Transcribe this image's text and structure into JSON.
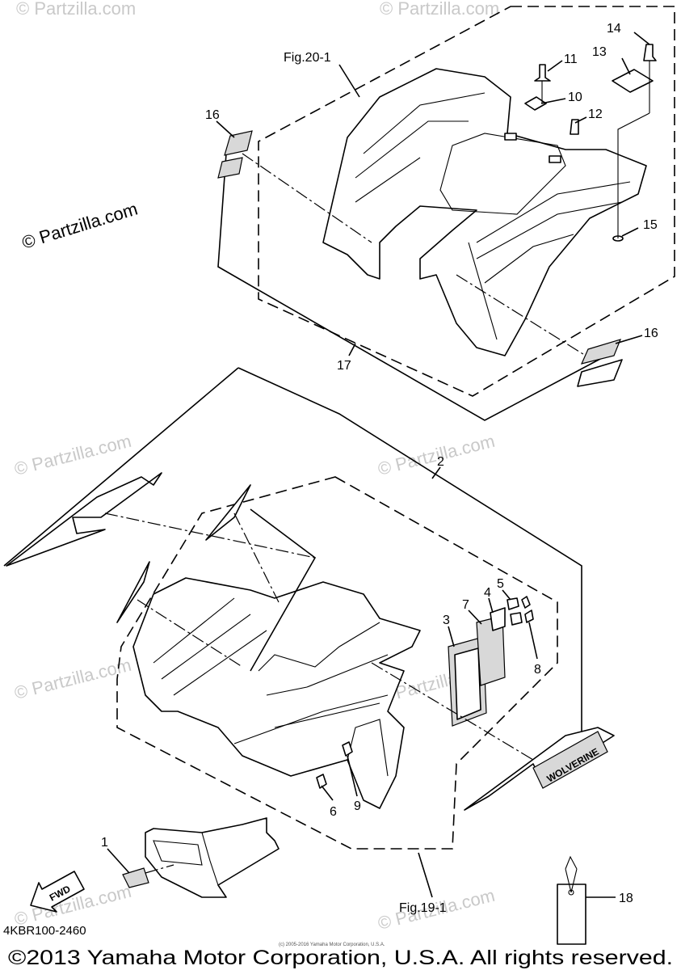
{
  "figure_refs": {
    "fig_20_1": "Fig.20-1",
    "fig_19_1": "Fig.19-1"
  },
  "callouts": [
    "1",
    "2",
    "3",
    "4",
    "5",
    "6",
    "7",
    "8",
    "9",
    "10",
    "11",
    "12",
    "13",
    "14",
    "15",
    "16",
    "16",
    "17",
    "18"
  ],
  "watermark": {
    "main": "© Partzilla.com",
    "faint": "© Partzilla.com"
  },
  "decals": {
    "fwd": "FWD",
    "wolverine": "WOLVERINE"
  },
  "diagram_code": "4KBR100-2460",
  "small_print": "(c) 2005-2016 Yamaha Motor Corporation, U.S.A.",
  "copyright": "©2013 Yamaha Motor Corporation, U.S.A. All rights reserved."
}
